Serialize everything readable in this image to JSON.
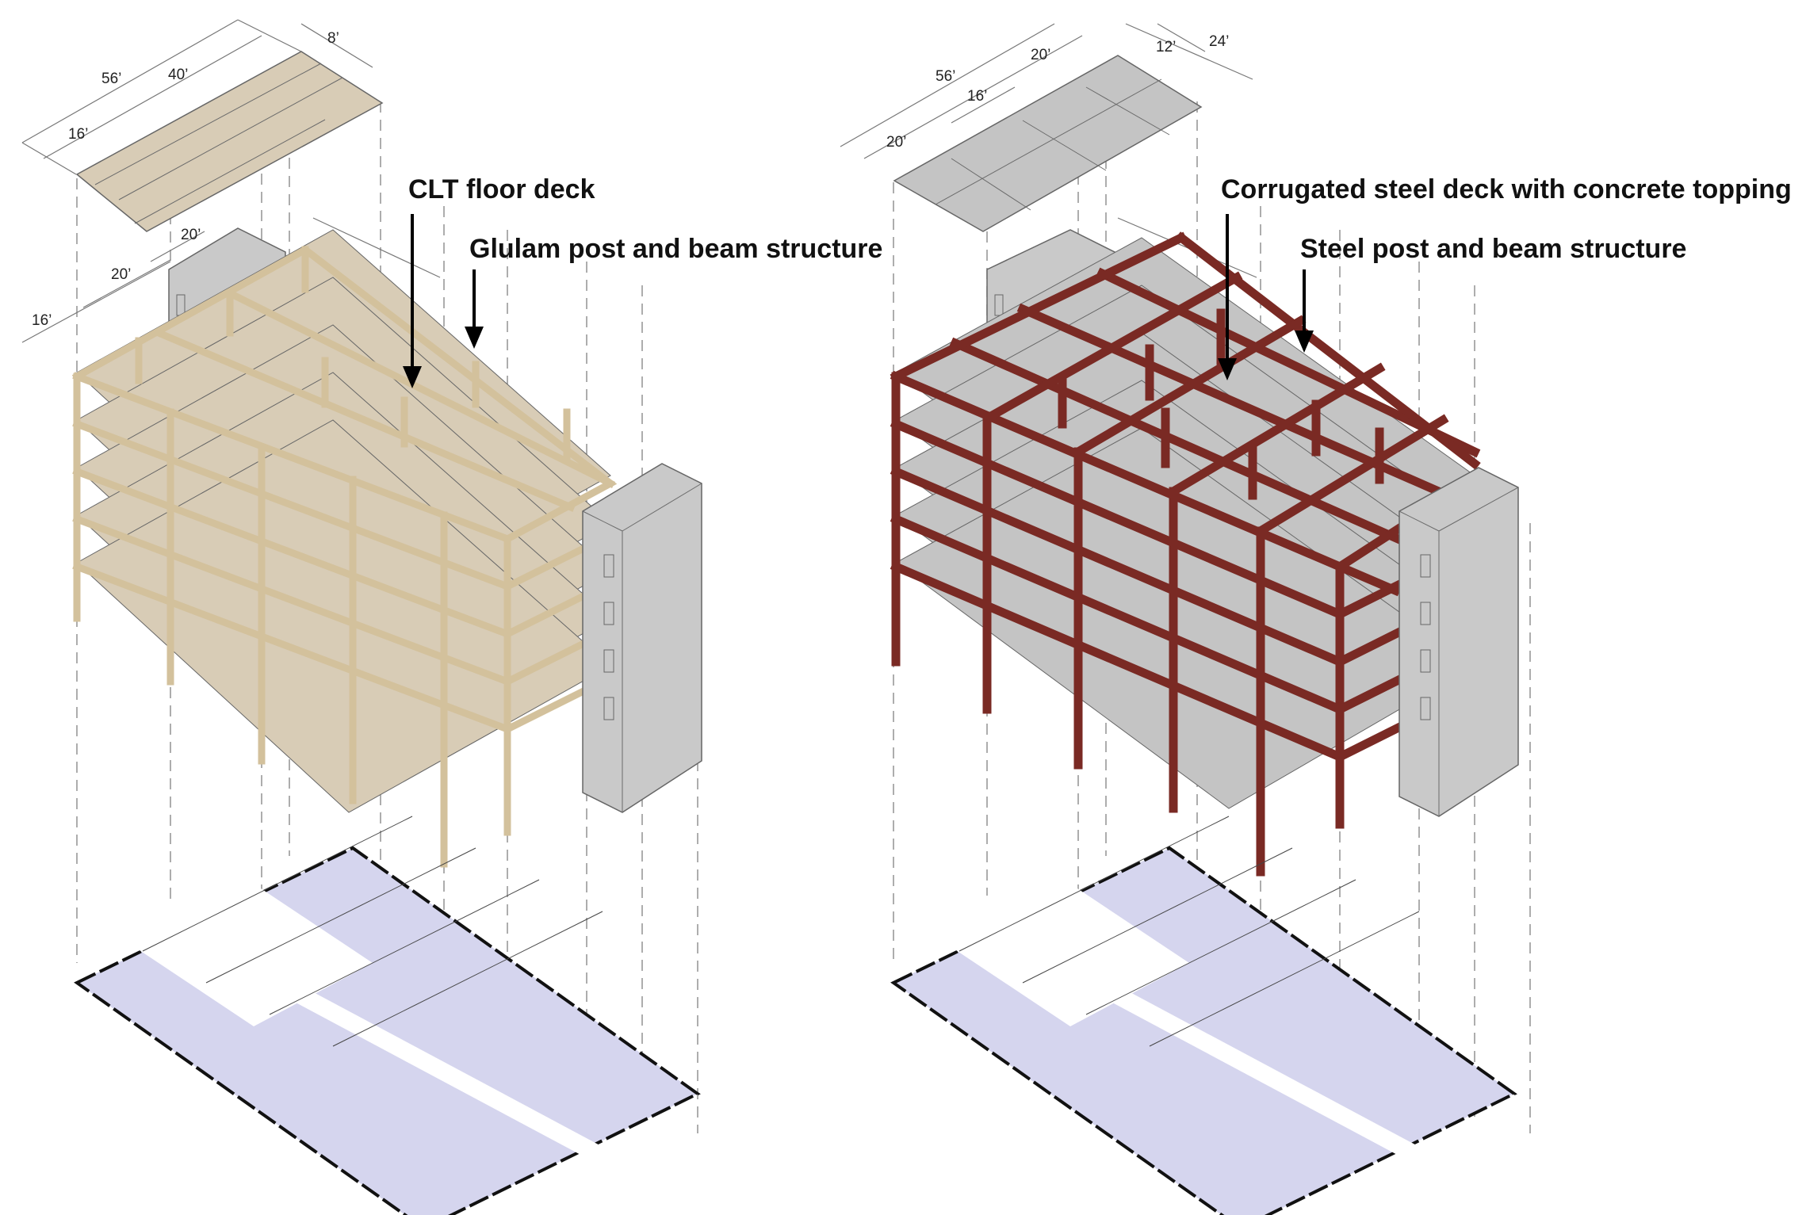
{
  "colors": {
    "timber_deck": "#d8ccb6",
    "timber_frame": "#d3c19c",
    "steel_deck": "#c4c4c4",
    "steel_frame": "#7a2a24",
    "core": "#c9c9c9",
    "plan_fill": "#d5d5ee"
  },
  "left": {
    "callouts": {
      "deck": "CLT floor deck",
      "frame": "Glulam post and beam structure"
    },
    "dims": {
      "top_56": "56’",
      "top_40": "40’",
      "top_8": "8’",
      "top_16": "16’",
      "bay_20a": "20’",
      "bay_20b": "20’",
      "bay_16": "16’"
    }
  },
  "right": {
    "callouts": {
      "deck": "Corrugated steel deck with concrete topping",
      "frame": "Steel post and beam structure"
    },
    "dims": {
      "top_56": "56’",
      "top_20a": "20’",
      "top_12": "12’",
      "top_24": "24’",
      "top_16": "16’",
      "top_20b": "20’"
    }
  }
}
